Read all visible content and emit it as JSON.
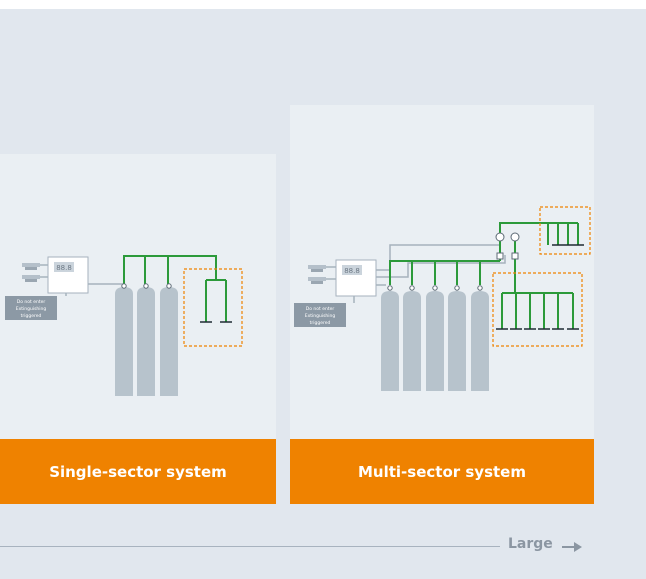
{
  "panels": {
    "single": {
      "title": "Single-sector system",
      "sign_lines": [
        "Do not enter",
        "Extinguishing",
        "triggered"
      ],
      "display_text": "88.8"
    },
    "multi": {
      "title": "Multi-sector system",
      "sign_lines": [
        "Do not enter",
        "Extinguishing",
        "triggered"
      ],
      "display_text": "88.8"
    }
  },
  "axis": {
    "label": "Large"
  },
  "colors": {
    "background": "#e1e7ee",
    "panel": "#eaeff3",
    "accent_orange": "#ef8200",
    "pipe_green": "#2c9a3a",
    "cylinder": "#b7c3cc",
    "sector_border": "#ef8200"
  }
}
